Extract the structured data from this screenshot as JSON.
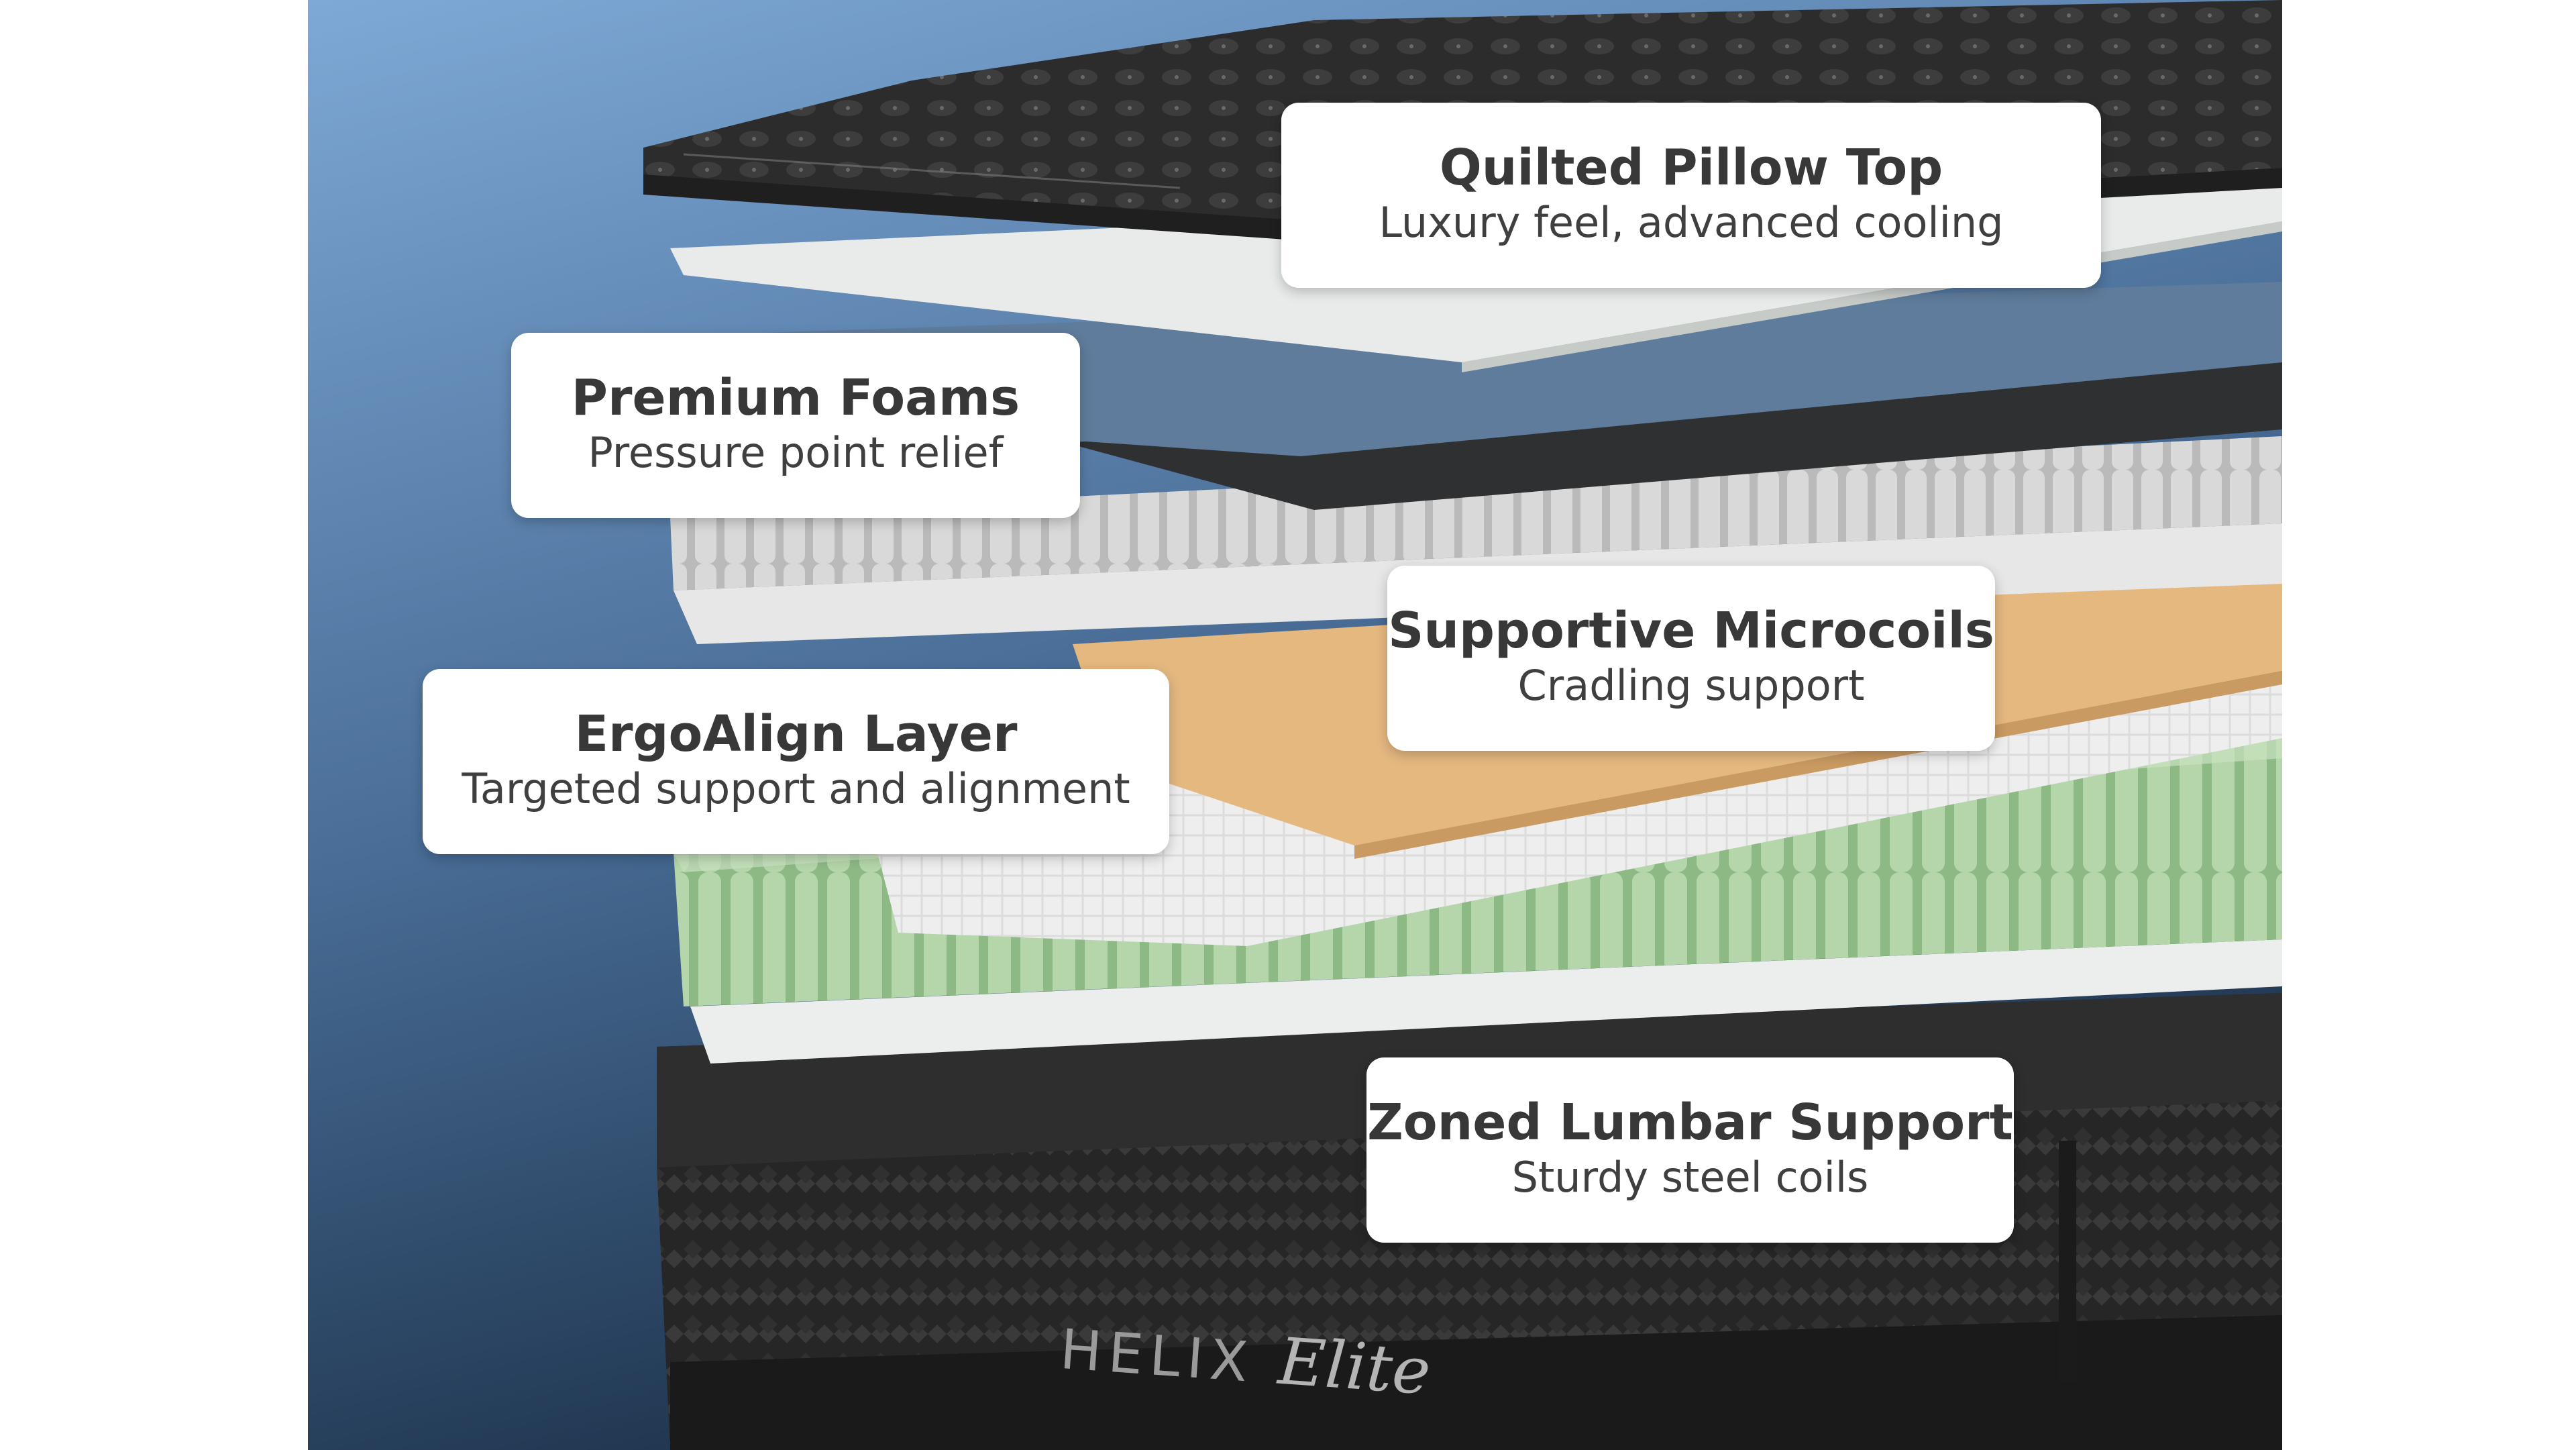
{
  "brand": {
    "name": "HELIX",
    "model": "Elite",
    "side_tag": "HELIX"
  },
  "callouts": [
    {
      "id": "quilted-pillow-top",
      "title": "Quilted Pillow Top",
      "subtitle": "Luxury feel, advanced cooling"
    },
    {
      "id": "premium-foams",
      "title": "Premium Foams",
      "subtitle": "Pressure point relief"
    },
    {
      "id": "supportive-microcoils",
      "title": "Supportive Microcoils",
      "subtitle": "Cradling support"
    },
    {
      "id": "ergoalign-layer",
      "title": "ErgoAlign Layer",
      "subtitle": "Targeted support and alignment"
    },
    {
      "id": "zoned-lumbar-support",
      "title": "Zoned Lumbar Support",
      "subtitle": "Sturdy steel coils"
    }
  ],
  "colors": {
    "background_top": "#7fa8d6",
    "background_bottom": "#1e3550",
    "pillow_top": "#2b2b2b",
    "white_foam": "#e9ecea",
    "blue_foam": "#5f7c9c",
    "dark_foam": "#333436",
    "microcoil": "#c8c9c8",
    "ergo_layer": "#e5b880",
    "lumbar_coils": "#a9cc9f",
    "base_cover": "#2a2a2b"
  }
}
